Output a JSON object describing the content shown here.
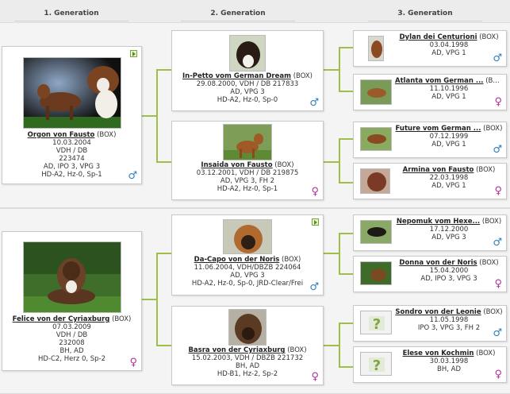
{
  "headers": [
    "1. Generation",
    "2. Generation",
    "3. Generation"
  ],
  "gen1": [
    {
      "name": "Orgon von Fausto",
      "breed": "(BOX)",
      "lines": [
        "10.03.2004",
        "VDH / DB",
        "223474",
        "AD, IPO 3, VPG 3",
        "HD-A2, Hz-0, Sp-1"
      ],
      "sex": "♂"
    },
    {
      "name": "Felice von der Cyriaxburg",
      "breed": "(BOX)",
      "lines": [
        "07.03.2009",
        "VDH / DB",
        "232008",
        "BH, AD",
        "HD-C2, Herz 0, Sp-2"
      ],
      "sex": "♀"
    }
  ],
  "gen2": [
    {
      "name": "In-Petto vom German Dream",
      "breed": "(BOX)",
      "lines": [
        "29.08.2000, VDH / DB 217833",
        "AD, VPG 3",
        "HD-A2, Hz-0, Sp-0"
      ],
      "sex": "♂"
    },
    {
      "name": "Insaida von Fausto",
      "breed": "(BOX)",
      "lines": [
        "03.12.2001, VDH / DB 219875",
        "AD, VPG 3, FH 2",
        "HD-A2, Hz-0, Sp-1"
      ],
      "sex": "♀"
    },
    {
      "name": "Da-Capo von der Noris",
      "breed": "(BOX)",
      "lines": [
        "11.06.2004, VDH/DBZB 224064",
        "AD, VPG 3",
        "HD-A2, Hz-0, Sp-0, JRD-Clear/Frei"
      ],
      "sex": "♂"
    },
    {
      "name": "Basra von der Cyriaxburg",
      "breed": "(BOX)",
      "lines": [
        "15.02.2003, VDH / DBZB 221732",
        "BH, AD",
        "HD-B1, Hz-2, Sp-2"
      ],
      "sex": "♀"
    }
  ],
  "gen3": [
    {
      "name": "Dylan dei Centurioni",
      "breed": "(BOX)",
      "lines": [
        "03.04.1998",
        "AD, VPG 1"
      ],
      "sex": "♂"
    },
    {
      "name": "Atlanta vom German ...",
      "breed": "(BOX)",
      "lines": [
        "11.10.1996",
        "AD, VPG 1"
      ],
      "sex": "♀"
    },
    {
      "name": "Future vom German ...",
      "breed": "(BOX)",
      "lines": [
        "07.12.1999",
        "AD, VPG 1"
      ],
      "sex": "♂"
    },
    {
      "name": "Armina von Fausto",
      "breed": "(BOX)",
      "lines": [
        "22.03.1998",
        "AD, VPG 1"
      ],
      "sex": "♀"
    },
    {
      "name": "Nepomuk vom Hexe...",
      "breed": "(BOX)",
      "lines": [
        "17.12.2000",
        "AD, VPG 3"
      ],
      "sex": "♂"
    },
    {
      "name": "Donna von der Noris",
      "breed": "(BOX)",
      "lines": [
        "15.04.2000",
        "AD, IPO 3, VPG 3"
      ],
      "sex": "♀"
    },
    {
      "name": "Sondro von der Leonie",
      "breed": "(BOX)",
      "lines": [
        "11.05.1998",
        "IPO 3, VPG 3, FH 2"
      ],
      "sex": "♂"
    },
    {
      "name": "Elese von Kochmin",
      "breed": "(BOX)",
      "lines": [
        "30.03.1998",
        "BH, AD"
      ],
      "sex": "♀"
    }
  ],
  "colors": {
    "male": "#2c7fb8",
    "female": "#b0309b",
    "connector": "#9fbf4a"
  },
  "icons": {
    "video": "play-video-icon",
    "male": "male-symbol-icon",
    "female": "female-symbol-icon",
    "unknown_photo": "question-mark-icon"
  }
}
